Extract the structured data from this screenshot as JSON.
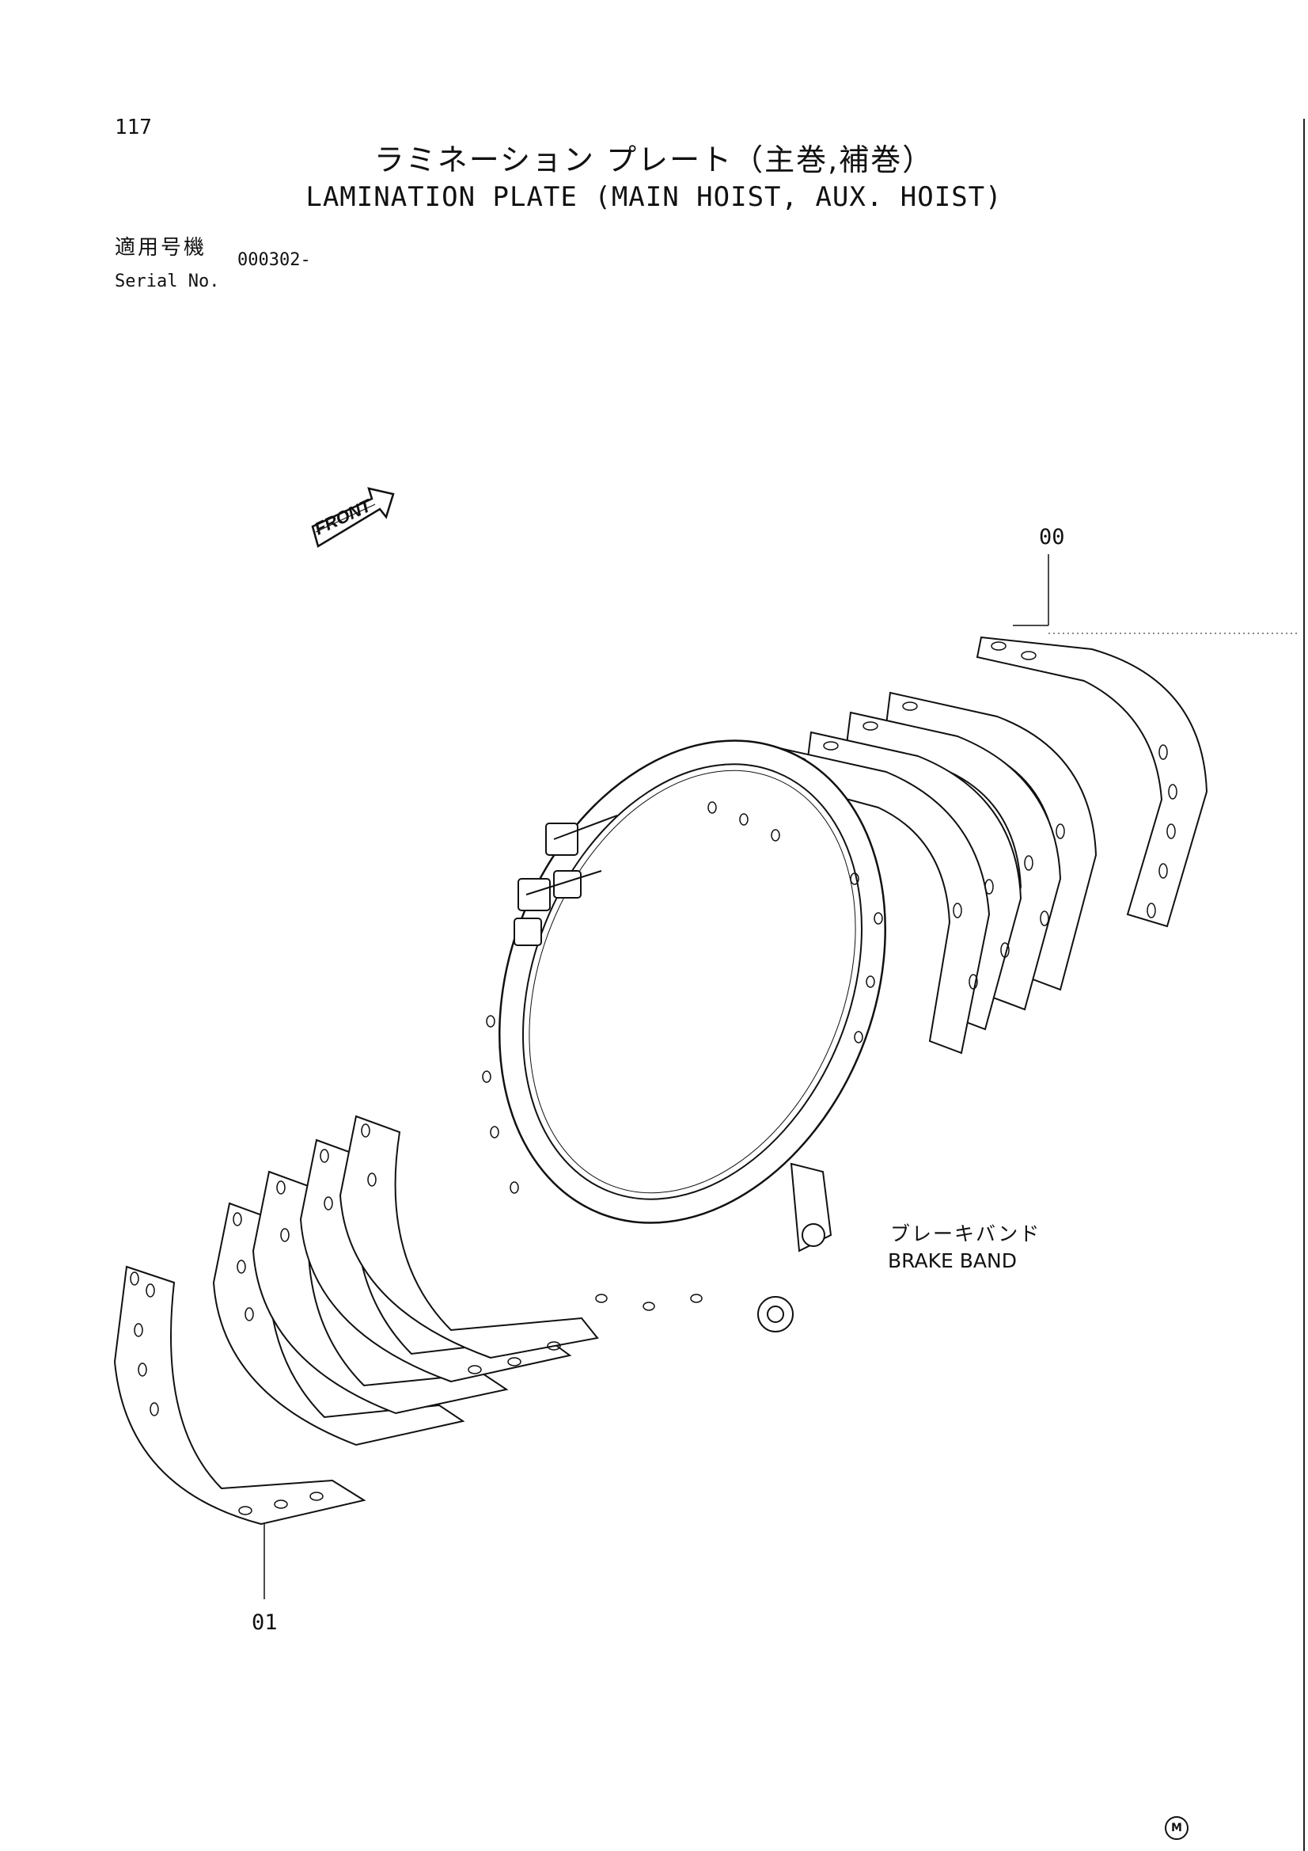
{
  "header": {
    "page_number": "117",
    "title_jp": "ラミネーション プレート（主巻,補巻）",
    "title_en": "LAMINATION PLATE (MAIN HOIST, AUX. HOIST)"
  },
  "serial": {
    "label_jp": "適用号機",
    "label_en": "Serial No.",
    "value": "000302-"
  },
  "diagram": {
    "front_arrow_label": "FRONT",
    "callouts": [
      {
        "id": "00"
      },
      {
        "id": "01"
      }
    ],
    "brake_band": {
      "label_jp": "ブレーキバンド",
      "label_en": "BRAKE BAND"
    }
  },
  "footer": {
    "mark": "M"
  }
}
